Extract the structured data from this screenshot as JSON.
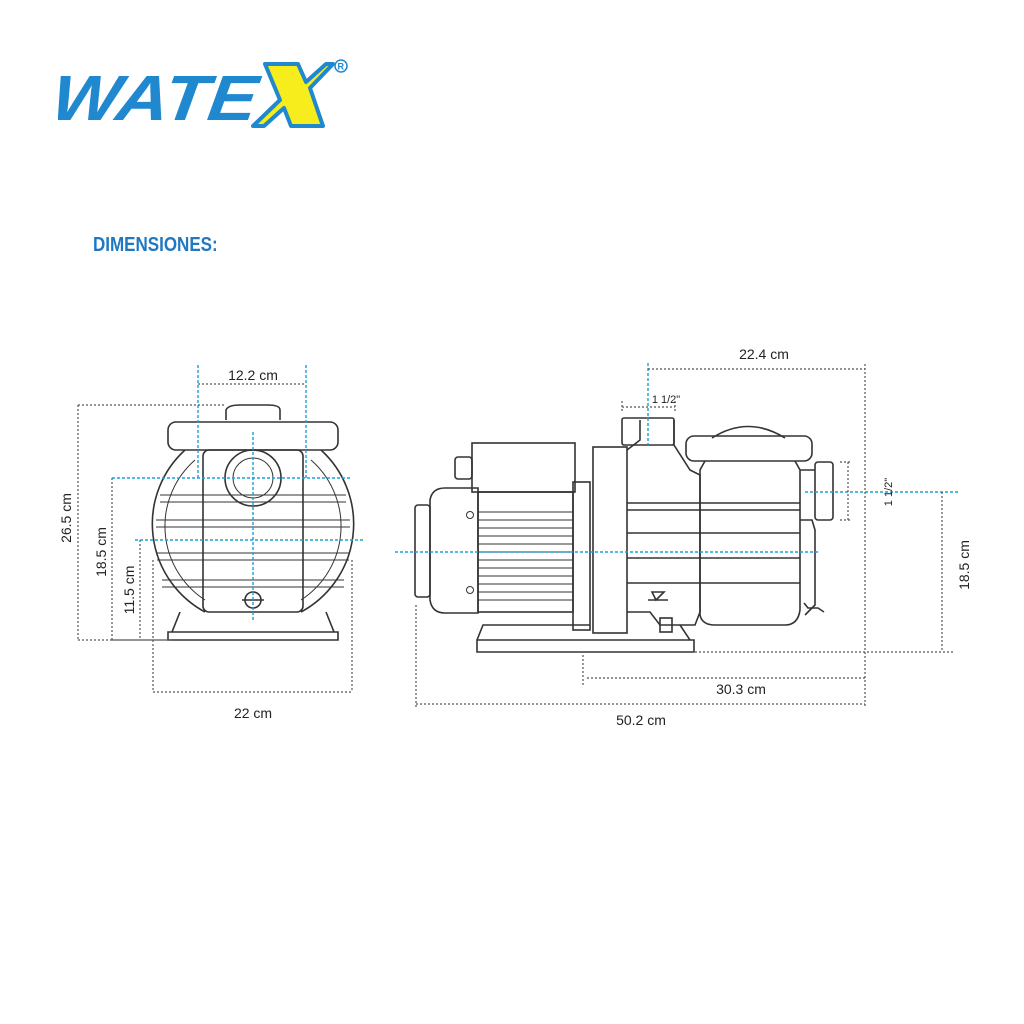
{
  "brand": {
    "logo_text": "WATEX",
    "registered_mark": "®",
    "colors": {
      "blue": "#1f88cf",
      "yellow": "#f7ec1c"
    }
  },
  "heading": "DIMENSIONES:",
  "front_view": {
    "port_width": "12.2 cm",
    "total_height": "26.5 cm",
    "inlet_height": "18.5 cm",
    "axis_height": "11.5 cm",
    "base_width": "22 cm"
  },
  "side_view": {
    "outlet_to_end": "22.4 cm",
    "outlet_size": "1 1/2\"",
    "inlet_size": "1 1/2\"",
    "inlet_height": "18.5 cm",
    "base_to_end": "30.3 cm",
    "total_length": "50.2 cm"
  }
}
